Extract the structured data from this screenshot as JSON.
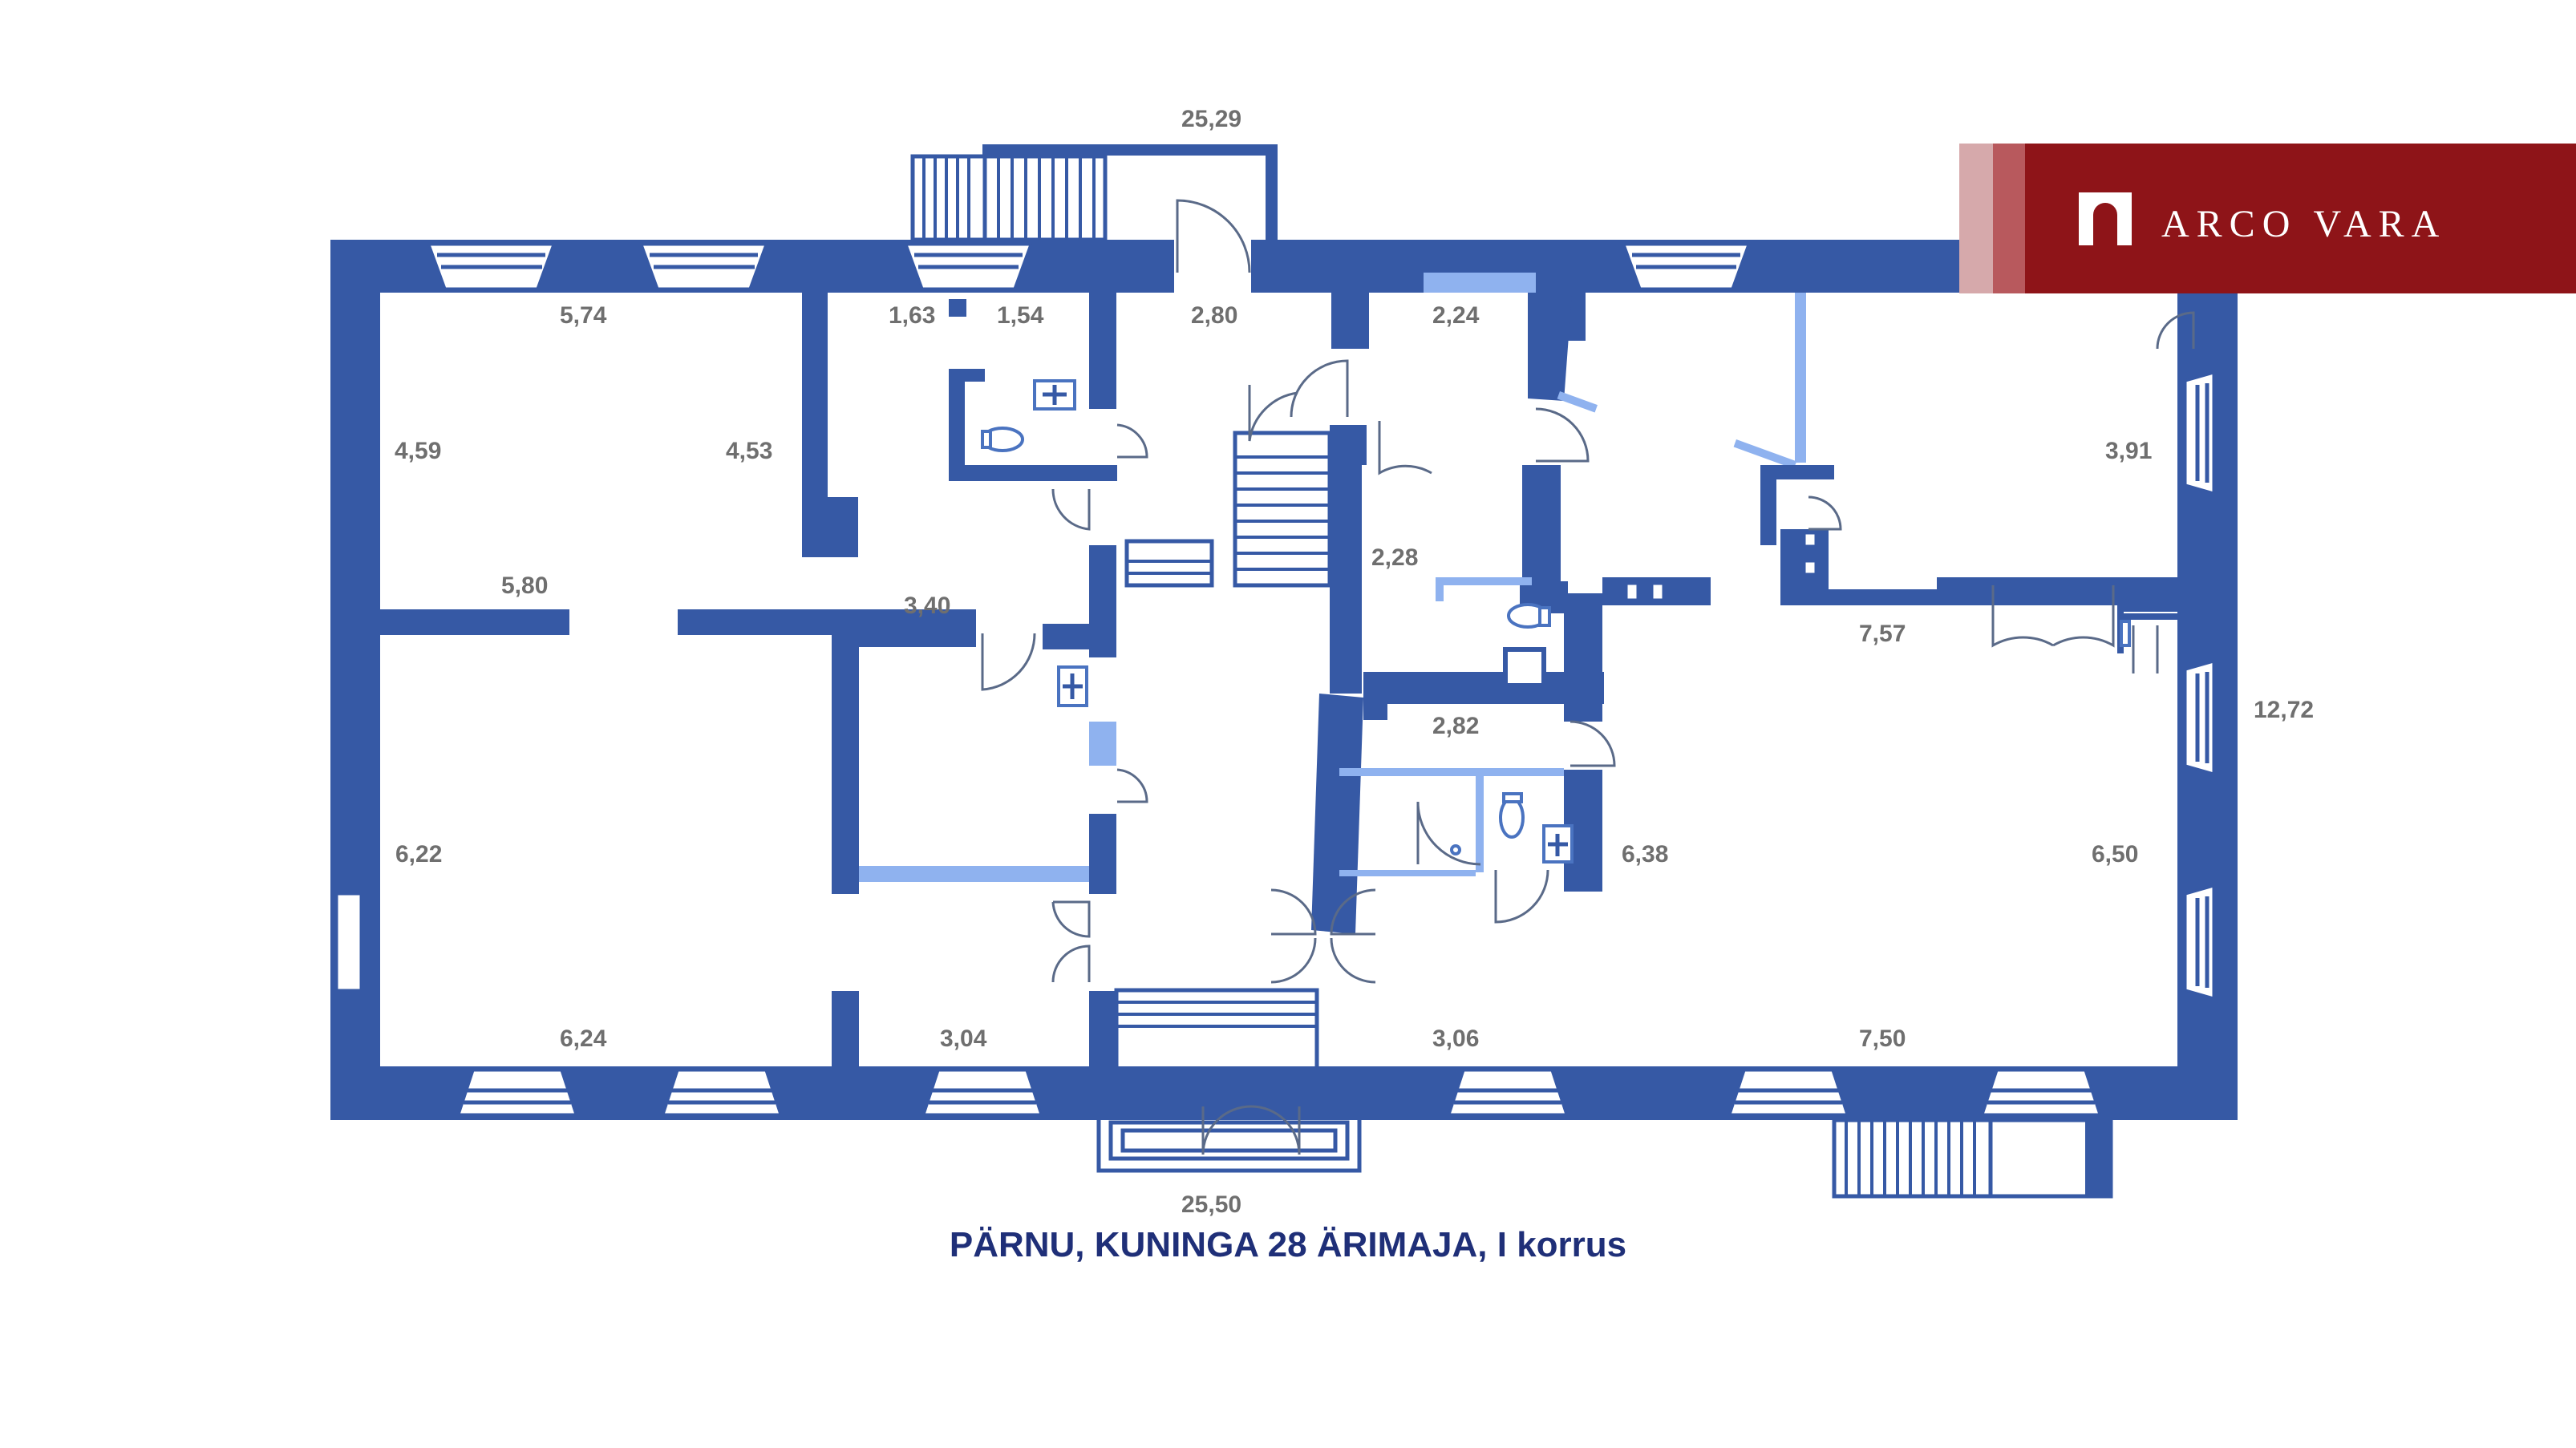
{
  "plan": {
    "title": "PÄRNU, KUNINGA 28 ÄRIMAJA, I korrus",
    "dimensions": {
      "top_overall": "25,29",
      "bottom_overall": "25,50",
      "right_overall": "12,72",
      "room_a_width": "5,74",
      "room_a_left_depth": "4,59",
      "room_a_right_depth": "4,53",
      "room_a_bottom_width": "5,80",
      "wc_a_width": "1,63",
      "wc_b_width": "1,54",
      "corridor_top": "2,80",
      "room_top_mid": "2,24",
      "room_right_depth": "3,91",
      "small_room_width": "2,28",
      "room_mid_width": "3,40",
      "wc_c_width": "2,82",
      "room_right_mid_width": "7,57",
      "room_b_left_depth": "6,22",
      "room_c_depth": "6,38",
      "room_d_depth": "6,50",
      "room_b_bottom_width": "6,24",
      "room_e_width": "3,04",
      "room_f_width": "3,06",
      "room_d_bottom_width": "7,50"
    }
  },
  "brand": {
    "name": "ARCO VARA",
    "colors": {
      "main": "#8e1418",
      "fade_light": "#d6a9ab",
      "fade_mid": "#b8595d",
      "text": "#ffffff"
    }
  },
  "colors": {
    "wall": "#3659a5",
    "wall_light": "#8fb2ef",
    "dimension_text": "#6f6f6f",
    "caption": "#1f2f78"
  }
}
